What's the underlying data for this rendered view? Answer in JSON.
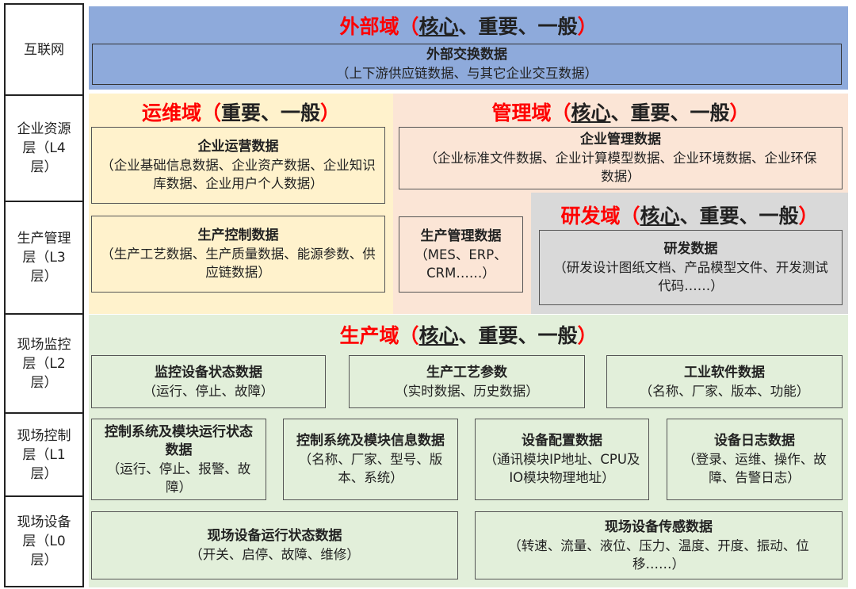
{
  "layers": [
    {
      "label": "互联网"
    },
    {
      "label": "企业资源层（L4层）"
    },
    {
      "label": "生产管理层（L3层）"
    },
    {
      "label": "现场监控层（L2层）"
    },
    {
      "label": "现场控制层（L1层）"
    },
    {
      "label": "现场设备层（L0层）"
    }
  ],
  "colors": {
    "external": "#8eaadb",
    "ops": "#fff2cc",
    "mgmt": "#fbe5d6",
    "rd": "#d9d9d9",
    "prod": "#e2efda",
    "title": "#ff0000"
  },
  "domains": {
    "external": {
      "name": "外部域",
      "open": "（",
      "core": "核心",
      "rest": "、重要、一般",
      "close": "）"
    },
    "ops": {
      "name": "运维域",
      "open": "（",
      "core": "",
      "rest": "重要、一般",
      "close": "）"
    },
    "mgmt": {
      "name": "管理域",
      "open": "（",
      "core": "核心",
      "rest": "、重要、一般",
      "close": "）"
    },
    "rd": {
      "name": "研发域",
      "open": "（",
      "core": "核心",
      "rest": "、重要、一般",
      "close": "）"
    },
    "prod": {
      "name": "生产域",
      "open": "（",
      "core": "核心",
      "rest": "、重要、一般",
      "close": "）"
    }
  },
  "boxes": {
    "external": {
      "title": "外部交换数据",
      "desc": "（上下游供应链数据、与其它企业交互数据）"
    },
    "ops_enterprise": {
      "title": "企业运营数据",
      "desc": "（企业基础信息数据、企业资产数据、企业知识库数据、企业用户个人数据）"
    },
    "ops_production": {
      "title": "生产控制数据",
      "desc": "（生产工艺数据、生产质量数据、能源参数、供应链数据）"
    },
    "mgmt_enterprise": {
      "title": "企业管理数据",
      "desc": "（企业标准文件数据、企业计算模型数据、企业环境数据、企业环保数据）"
    },
    "mgmt_production": {
      "title": "生产管理数据",
      "desc": "（MES、ERP、CRM……）"
    },
    "rd": {
      "title": "研发数据",
      "desc": "（研发设计图纸文档、产品模型文件、开发测试代码……）"
    },
    "l2": [
      {
        "title": "监控设备状态数据",
        "desc": "（运行、停止、故障）"
      },
      {
        "title": "生产工艺参数",
        "desc": "（实时数据、历史数据）"
      },
      {
        "title": "工业软件数据",
        "desc": "（名称、厂家、版本、功能）"
      }
    ],
    "l1": [
      {
        "title": "控制系统及模块运行状态数据",
        "desc": "（运行、停止、报警、故障）"
      },
      {
        "title": "控制系统及模块信息数据",
        "desc": "（名称、厂家、型号、版本、系统）"
      },
      {
        "title": "设备配置数据",
        "desc": "（通讯模块IP地址、CPU及IO模块物理地址）"
      },
      {
        "title": "设备日志数据",
        "desc": "（登录、运维、操作、故障、告警日志）"
      }
    ],
    "l0": [
      {
        "title": "现场设备运行状态数据",
        "desc": "（开关、启停、故障、维修）"
      },
      {
        "title": "现场设备传感数据",
        "desc": "（转速、流量、液位、压力、温度、开度、振动、位移……）"
      }
    ]
  }
}
